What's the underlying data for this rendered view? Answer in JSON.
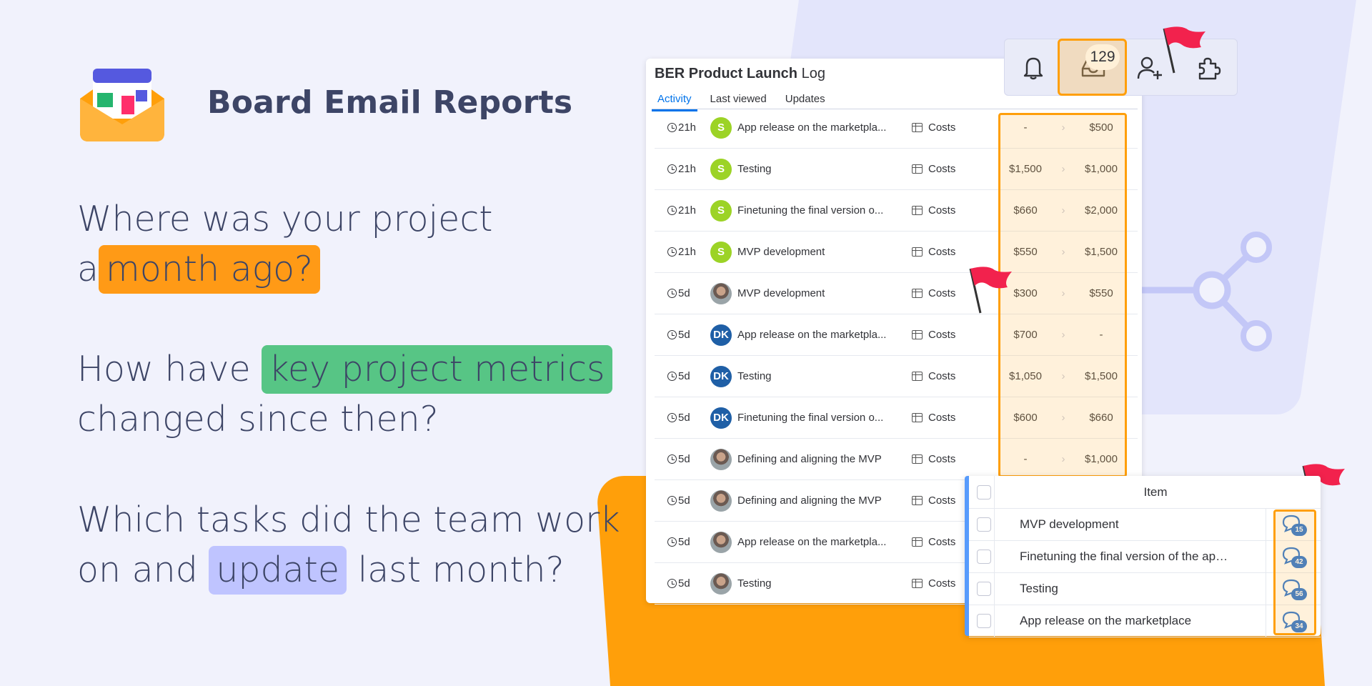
{
  "marketing": {
    "title": "Board Email Reports",
    "q1": {
      "before": "Where was your project",
      "line2_prefix": "a",
      "highlight": "month ago?"
    },
    "q2": {
      "prefix": "How have",
      "highlight": "key project metrics",
      "line2": "changed since then?"
    },
    "q3": {
      "line1": "Which tasks did the team work",
      "line2_prefix": "on and",
      "highlight": "update",
      "line2_suffix": "last month?"
    }
  },
  "colors": {
    "accent_orange": "#ff9f0a",
    "accent_green": "#57c585",
    "accent_purple": "#bfc4ff",
    "link_blue": "#0073ea"
  },
  "log": {
    "board_name": "BER Product Launch",
    "title_suffix": "Log",
    "tabs": [
      {
        "label": "Activity",
        "active": true
      },
      {
        "label": "Last viewed",
        "active": false
      },
      {
        "label": "Updates",
        "active": false
      }
    ],
    "rows": [
      {
        "time": "21h",
        "avatar": "S",
        "avatar_type": "s",
        "item": "App release on the marketpla...",
        "column": "Costs",
        "from": "-",
        "to": "$500"
      },
      {
        "time": "21h",
        "avatar": "S",
        "avatar_type": "s",
        "item": "Testing",
        "column": "Costs",
        "from": "$1,500",
        "to": "$1,000"
      },
      {
        "time": "21h",
        "avatar": "S",
        "avatar_type": "s",
        "item": "Finetuning the final version o...",
        "column": "Costs",
        "from": "$660",
        "to": "$2,000"
      },
      {
        "time": "21h",
        "avatar": "S",
        "avatar_type": "s",
        "item": "MVP development",
        "column": "Costs",
        "from": "$550",
        "to": "$1,500"
      },
      {
        "time": "5d",
        "avatar": "",
        "avatar_type": "photo",
        "item": "MVP development",
        "column": "Costs",
        "from": "$300",
        "to": "$550"
      },
      {
        "time": "5d",
        "avatar": "DK",
        "avatar_type": "dk",
        "item": "App release on the marketpla...",
        "column": "Costs",
        "from": "$700",
        "to": "-"
      },
      {
        "time": "5d",
        "avatar": "DK",
        "avatar_type": "dk",
        "item": "Testing",
        "column": "Costs",
        "from": "$1,050",
        "to": "$1,500"
      },
      {
        "time": "5d",
        "avatar": "DK",
        "avatar_type": "dk",
        "item": "Finetuning the final version o...",
        "column": "Costs",
        "from": "$600",
        "to": "$660"
      },
      {
        "time": "5d",
        "avatar": "",
        "avatar_type": "photo",
        "item": "Defining and aligning the MVP",
        "column": "Costs",
        "from": "-",
        "to": "$1,000"
      },
      {
        "time": "5d",
        "avatar": "",
        "avatar_type": "photo",
        "item": "Defining and aligning the MVP",
        "column": "Costs",
        "from": "",
        "to": ""
      },
      {
        "time": "5d",
        "avatar": "",
        "avatar_type": "photo",
        "item": "App release on the marketpla...",
        "column": "Costs",
        "from": "",
        "to": ""
      },
      {
        "time": "5d",
        "avatar": "",
        "avatar_type": "photo",
        "item": "Testing",
        "column": "Costs",
        "from": "",
        "to": ""
      }
    ]
  },
  "iconbar": {
    "icons": [
      "bell-icon",
      "inbox-icon",
      "invite-user-icon",
      "puzzle-icon"
    ],
    "inbox_count": "129"
  },
  "items_table": {
    "header": "Item",
    "rows": [
      {
        "name": "MVP development",
        "updates": "15"
      },
      {
        "name": "Finetuning the final version of the appl...",
        "updates": "42"
      },
      {
        "name": "Testing",
        "updates": "56"
      },
      {
        "name": "App release on the marketplace",
        "updates": "34"
      }
    ]
  }
}
